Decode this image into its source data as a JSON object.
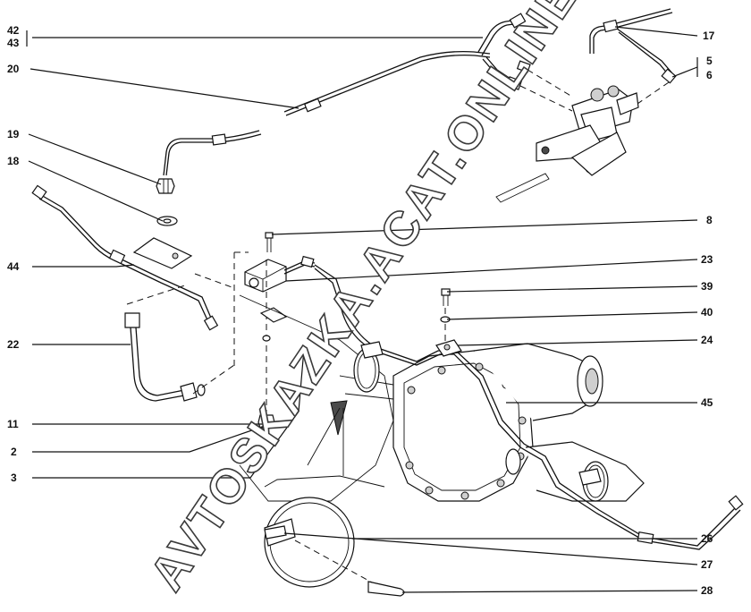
{
  "callouts": [
    {
      "id": "42",
      "label": "42"
    },
    {
      "id": "43",
      "label": "43"
    },
    {
      "id": "20",
      "label": "20"
    },
    {
      "id": "19",
      "label": "19"
    },
    {
      "id": "18",
      "label": "18"
    },
    {
      "id": "44",
      "label": "44"
    },
    {
      "id": "22",
      "label": "22"
    },
    {
      "id": "11",
      "label": "11"
    },
    {
      "id": "2",
      "label": "2"
    },
    {
      "id": "3",
      "label": "3"
    },
    {
      "id": "17",
      "label": "17"
    },
    {
      "id": "5",
      "label": "5"
    },
    {
      "id": "6",
      "label": "6"
    },
    {
      "id": "8",
      "label": "8"
    },
    {
      "id": "23",
      "label": "23"
    },
    {
      "id": "39",
      "label": "39"
    },
    {
      "id": "40",
      "label": "40"
    },
    {
      "id": "24",
      "label": "24"
    },
    {
      "id": "45",
      "label": "45"
    },
    {
      "id": "26",
      "label": "26"
    },
    {
      "id": "27",
      "label": "27"
    },
    {
      "id": "28",
      "label": "28"
    }
  ],
  "watermark": "AVTOSKAZKA.ACAT.ONLINE"
}
